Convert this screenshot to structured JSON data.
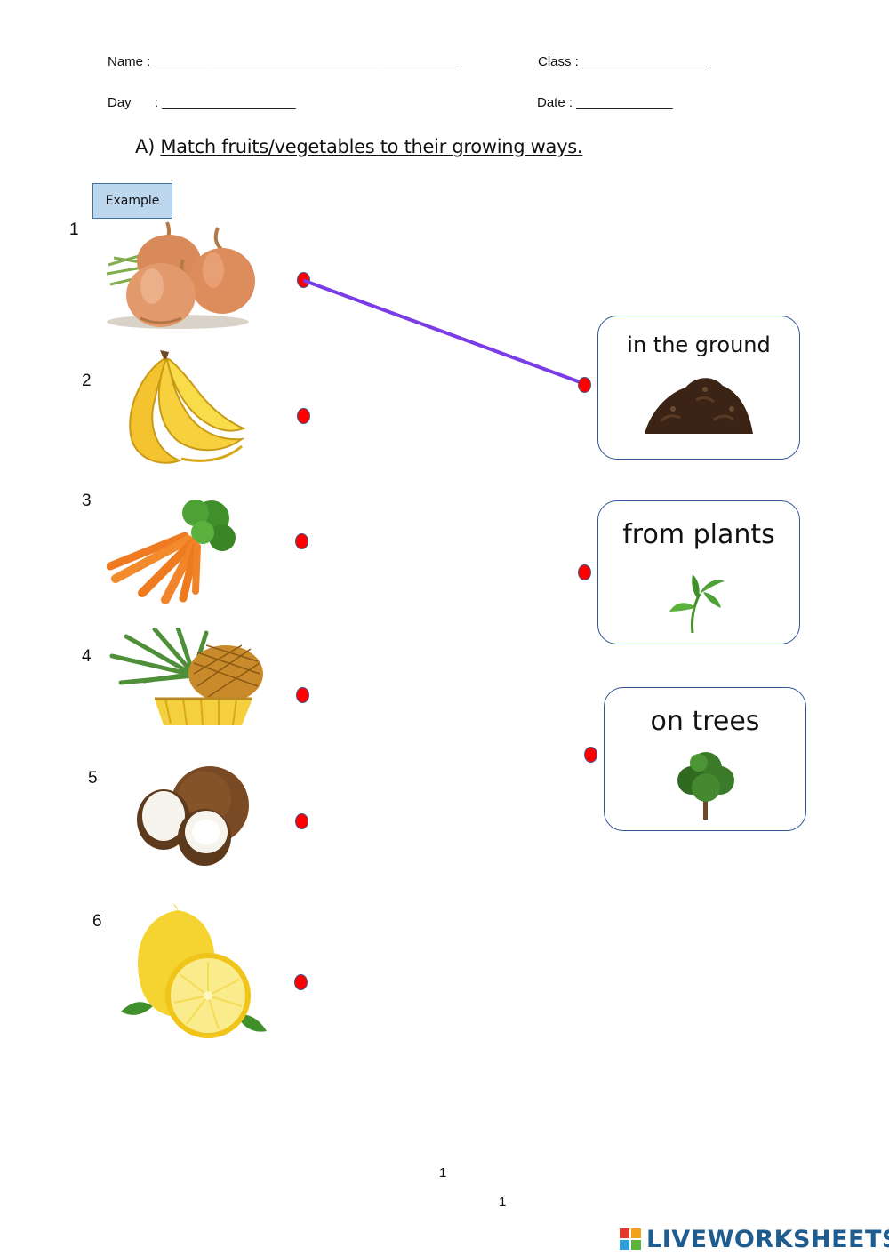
{
  "header": {
    "name_label": "Name :",
    "name_line": "_________________________________________",
    "class_label": "Class :",
    "class_line": "_________________",
    "day_label": "Day",
    "day_colon": ":",
    "day_line": "__________________",
    "date_label": "Date :",
    "date_line": "_____________"
  },
  "task": {
    "marker": "A)",
    "title": "Match fruits/vegetables to their growing ways."
  },
  "example_label": "Example",
  "items": [
    {
      "number": "1",
      "icon": "onion-icon"
    },
    {
      "number": "2",
      "icon": "banana-icon"
    },
    {
      "number": "3",
      "icon": "carrot-icon"
    },
    {
      "number": "4",
      "icon": "pineapple-icon"
    },
    {
      "number": "5",
      "icon": "coconut-icon"
    },
    {
      "number": "6",
      "icon": "lemon-icon"
    }
  ],
  "categories": [
    {
      "label": "in the ground",
      "icon": "soil-icon"
    },
    {
      "label": "from plants",
      "icon": "sprout-icon"
    },
    {
      "label": "on trees",
      "icon": "tree-icon"
    }
  ],
  "connection_color": "#7a3ce6",
  "dot_color": "#ff0000",
  "page_number_1": "1",
  "page_number_2": "1",
  "brand": {
    "name": "LIVEWORKSHEETS",
    "icon": "liveworksheets-logo-icon"
  }
}
